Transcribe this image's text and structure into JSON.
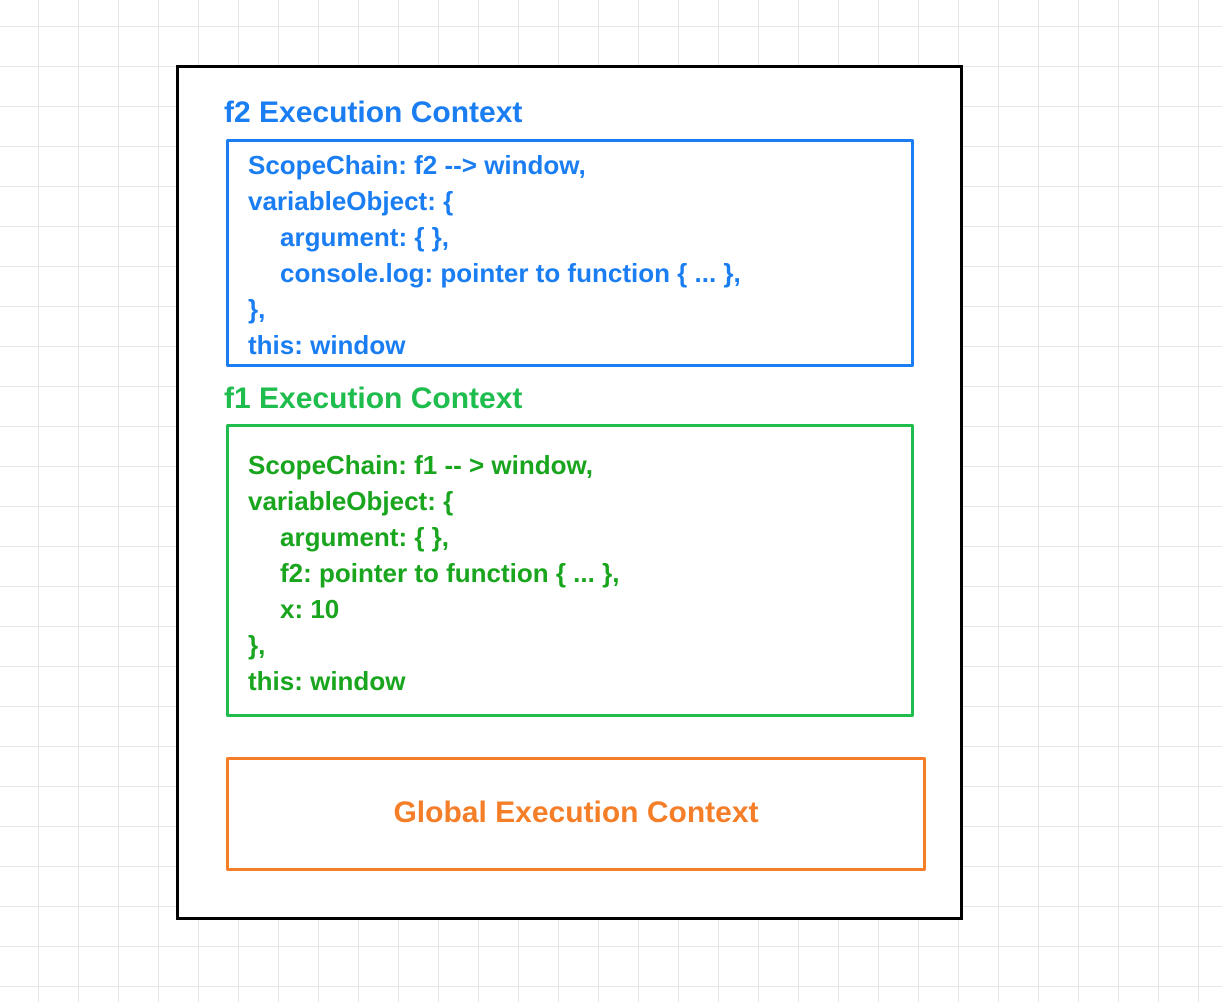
{
  "colors": {
    "f2": "#1a7ef2",
    "f1": "#1fbd4e",
    "f1_text": "#19a51e",
    "global": "#f57e29"
  },
  "f2_context": {
    "title": "f2 Execution Context",
    "lines": [
      "ScopeChain: f2 --> window,",
      "variableObject: {",
      "argument: { },",
      "console.log: pointer to function { ... },",
      "},",
      "this: window"
    ]
  },
  "f1_context": {
    "title": "f1 Execution Context",
    "lines": [
      "ScopeChain: f1 -- > window,",
      "variableObject: {",
      "argument: { },",
      "f2: pointer to function { ... },",
      "x: 10",
      "},",
      "this: window"
    ]
  },
  "global_context": {
    "title": "Global Execution Context"
  }
}
